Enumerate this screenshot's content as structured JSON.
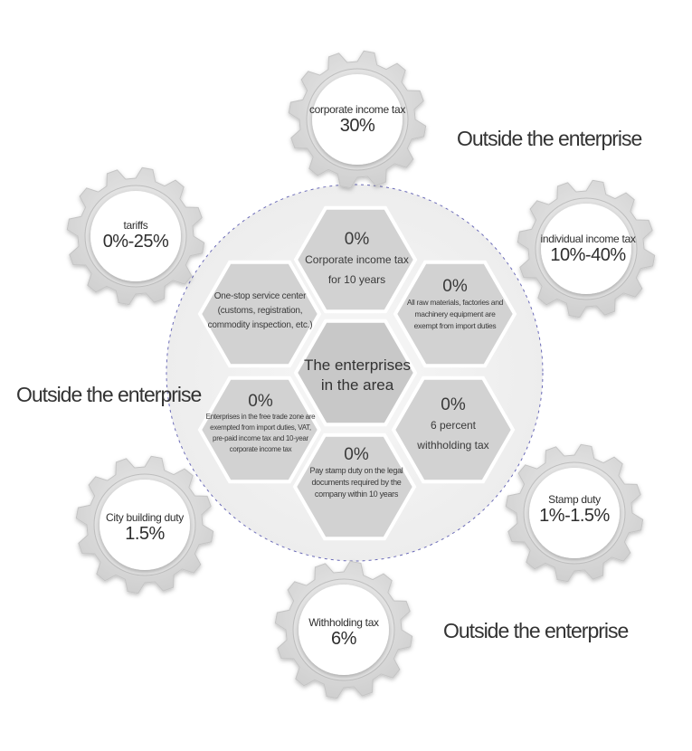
{
  "outside_labels": [
    "Outside the enterprise",
    "Outside the enterprise",
    "Outside the enterprise"
  ],
  "gears": [
    {
      "label": "corporate income tax",
      "value": "30%"
    },
    {
      "label": "individual income tax",
      "value": "10%-40%"
    },
    {
      "label": "Stamp duty",
      "value": "1%-1.5%"
    },
    {
      "label": "Withholding tax",
      "value": "6%"
    },
    {
      "label": "City building duty",
      "value": "1.5%"
    },
    {
      "label": "tariffs",
      "value": "0%-25%"
    }
  ],
  "center": {
    "text": "The enterprises in the area"
  },
  "hexes": [
    {
      "value": "0%",
      "text": "Corporate income tax for 10 years"
    },
    {
      "value": "0%",
      "text": "All raw materials, factories and machinery equipment are exempt from import duties"
    },
    {
      "value": "0%",
      "text": "6 percent withholding tax"
    },
    {
      "value": "0%",
      "text": "Pay stamp duty on the legal documents required by the company within 10 years"
    },
    {
      "value": "0%",
      "text": "Enterprises in the free trade zone are exempted from import duties, VAT, pre-paid income tax and 10-year corporate income tax"
    },
    {
      "value": "",
      "text": "One-stop service center (customs, registration, commodity inspection, etc.)"
    }
  ],
  "colors": {
    "gear": "#d9d9d9",
    "hex": "#d2d2d2",
    "hex_center": "#c8c8c8",
    "circle_bg": "#f2f2f2",
    "dash": "#6b6bb8"
  }
}
